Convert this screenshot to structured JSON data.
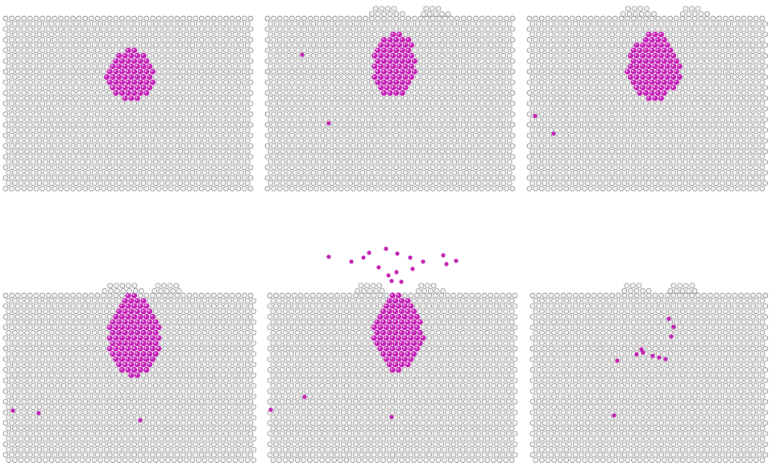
{
  "figure": {
    "layout": {
      "rows": 2,
      "columns": 3
    },
    "colors": {
      "background": "#ffffff",
      "matrix_atom_fill": "#f4f4f4",
      "matrix_atom_stroke": "#9a9a9a",
      "cluster_atom_fill": "#c21fb4",
      "cluster_atom_highlight": "#f4c8ef"
    },
    "panels": [
      {
        "id": "panel-1",
        "cluster_shape": "round",
        "sputtered_atoms": 0
      },
      {
        "id": "panel-2",
        "cluster_shape": "pear",
        "sputtered_atoms": 0
      },
      {
        "id": "panel-3",
        "cluster_shape": "pear",
        "sputtered_atoms": 0
      },
      {
        "id": "panel-4",
        "cluster_shape": "pear",
        "sputtered_atoms": 0
      },
      {
        "id": "panel-5",
        "cluster_shape": "fragmenting",
        "sputtered_atoms": 17
      },
      {
        "id": "panel-6",
        "cluster_shape": "dispersed",
        "sputtered_atoms": 0
      }
    ]
  }
}
